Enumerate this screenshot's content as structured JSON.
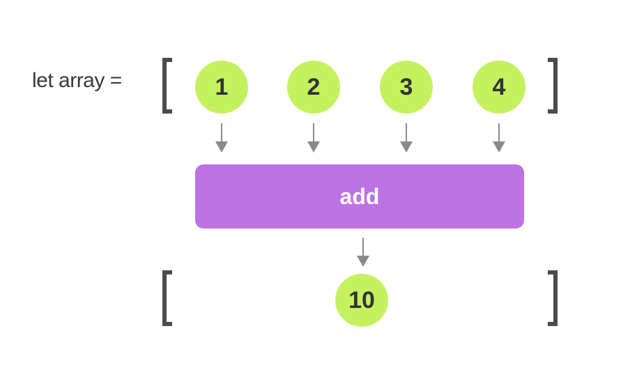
{
  "declaration": {
    "text": "let array ="
  },
  "input_array": {
    "items": [
      "1",
      "2",
      "3",
      "4"
    ]
  },
  "operation": {
    "label": "add"
  },
  "result_array": {
    "items": [
      "10"
    ]
  },
  "colors": {
    "element_fill": "#c4f25f",
    "operation_fill": "#bd72e4",
    "bracket": "#4b4b4b",
    "arrow": "#8a8a8a",
    "text_dark": "#333333"
  }
}
